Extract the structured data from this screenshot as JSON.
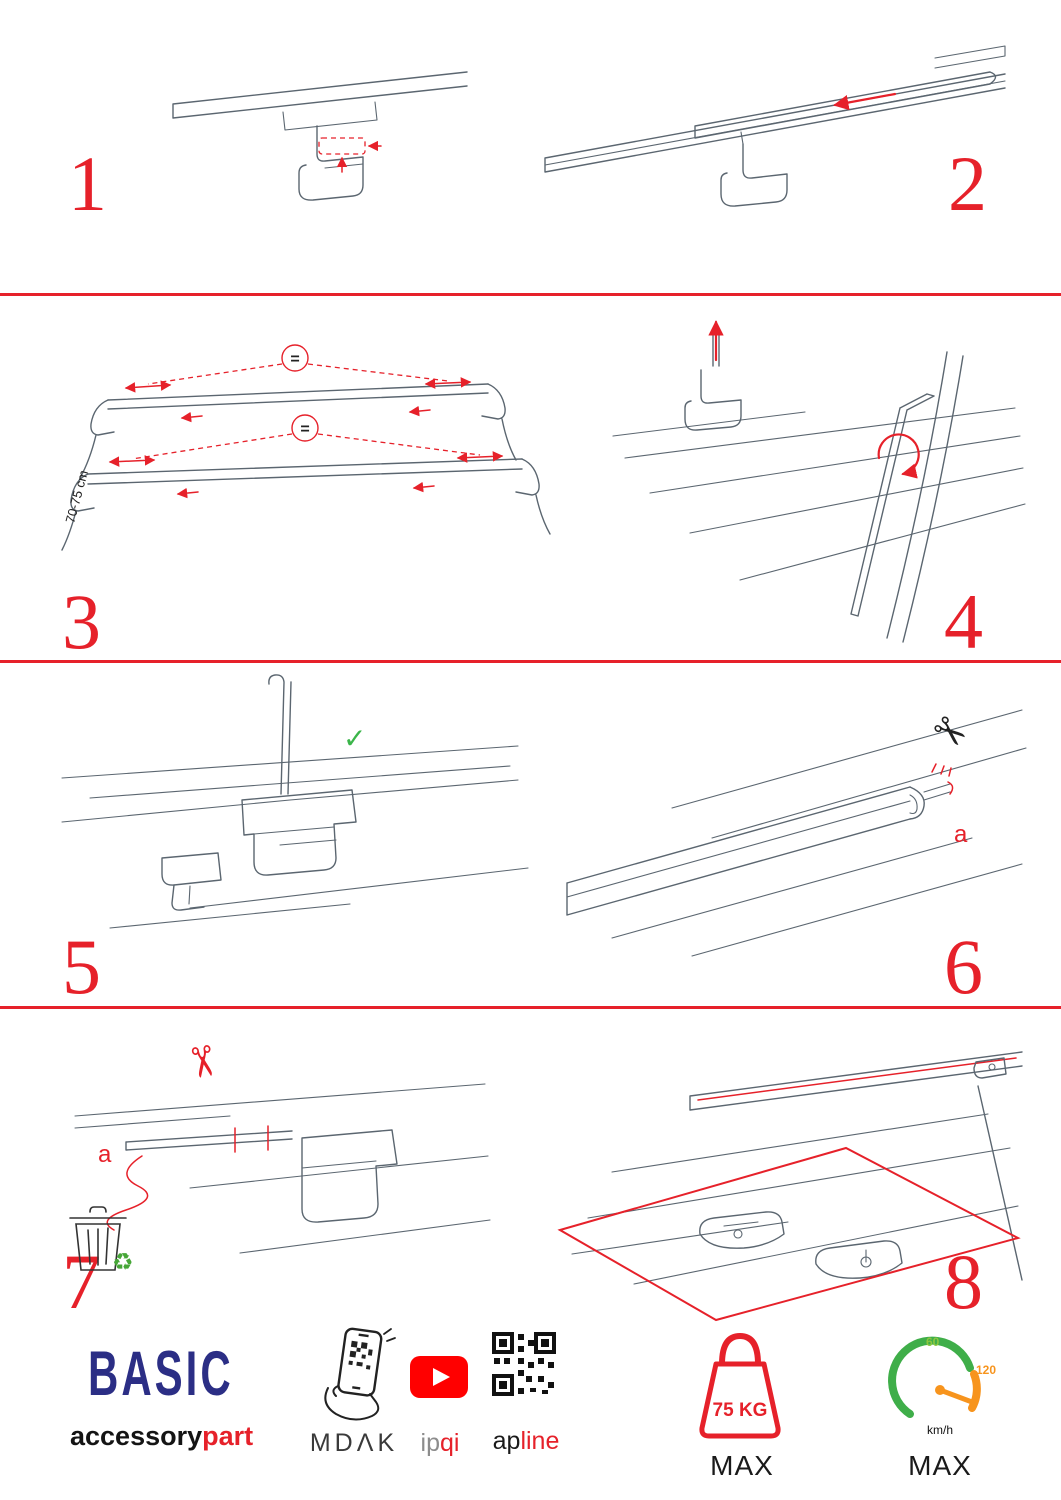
{
  "colors": {
    "accent_red": "#e6212a",
    "line_gray": "#5b6670",
    "brand_blue": "#2b2e85",
    "green": "#3bb54a",
    "orange": "#f7941d"
  },
  "steps": [
    {
      "number": "1"
    },
    {
      "number": "2"
    },
    {
      "number": "3"
    },
    {
      "number": "4"
    },
    {
      "number": "5"
    },
    {
      "number": "6"
    },
    {
      "number": "7"
    },
    {
      "number": "8"
    }
  ],
  "annotations": {
    "equals_symbol": "=",
    "dimension_label": "70-75 cm",
    "check_mark": "✓",
    "cut_label_a_step6": "a",
    "cut_label_a_step7": "a"
  },
  "icons": {
    "scissors": "✂",
    "recycle": "♻"
  },
  "footer": {
    "brand_title": "BASIC",
    "brand_word_black": "accessory",
    "brand_word_red": "part",
    "partner_mdak": "MDΛK",
    "partner_ipqi_gray": "ip",
    "partner_ipqi_red": "qi",
    "partner_apline_black": "ap",
    "partner_apline_red": "line",
    "weight_value": "75 KG",
    "weight_max_label": "MAX",
    "speedo_low": "60",
    "speedo_high": "120",
    "speedo_units": "km/h",
    "speedo_max_label": "MAX"
  }
}
